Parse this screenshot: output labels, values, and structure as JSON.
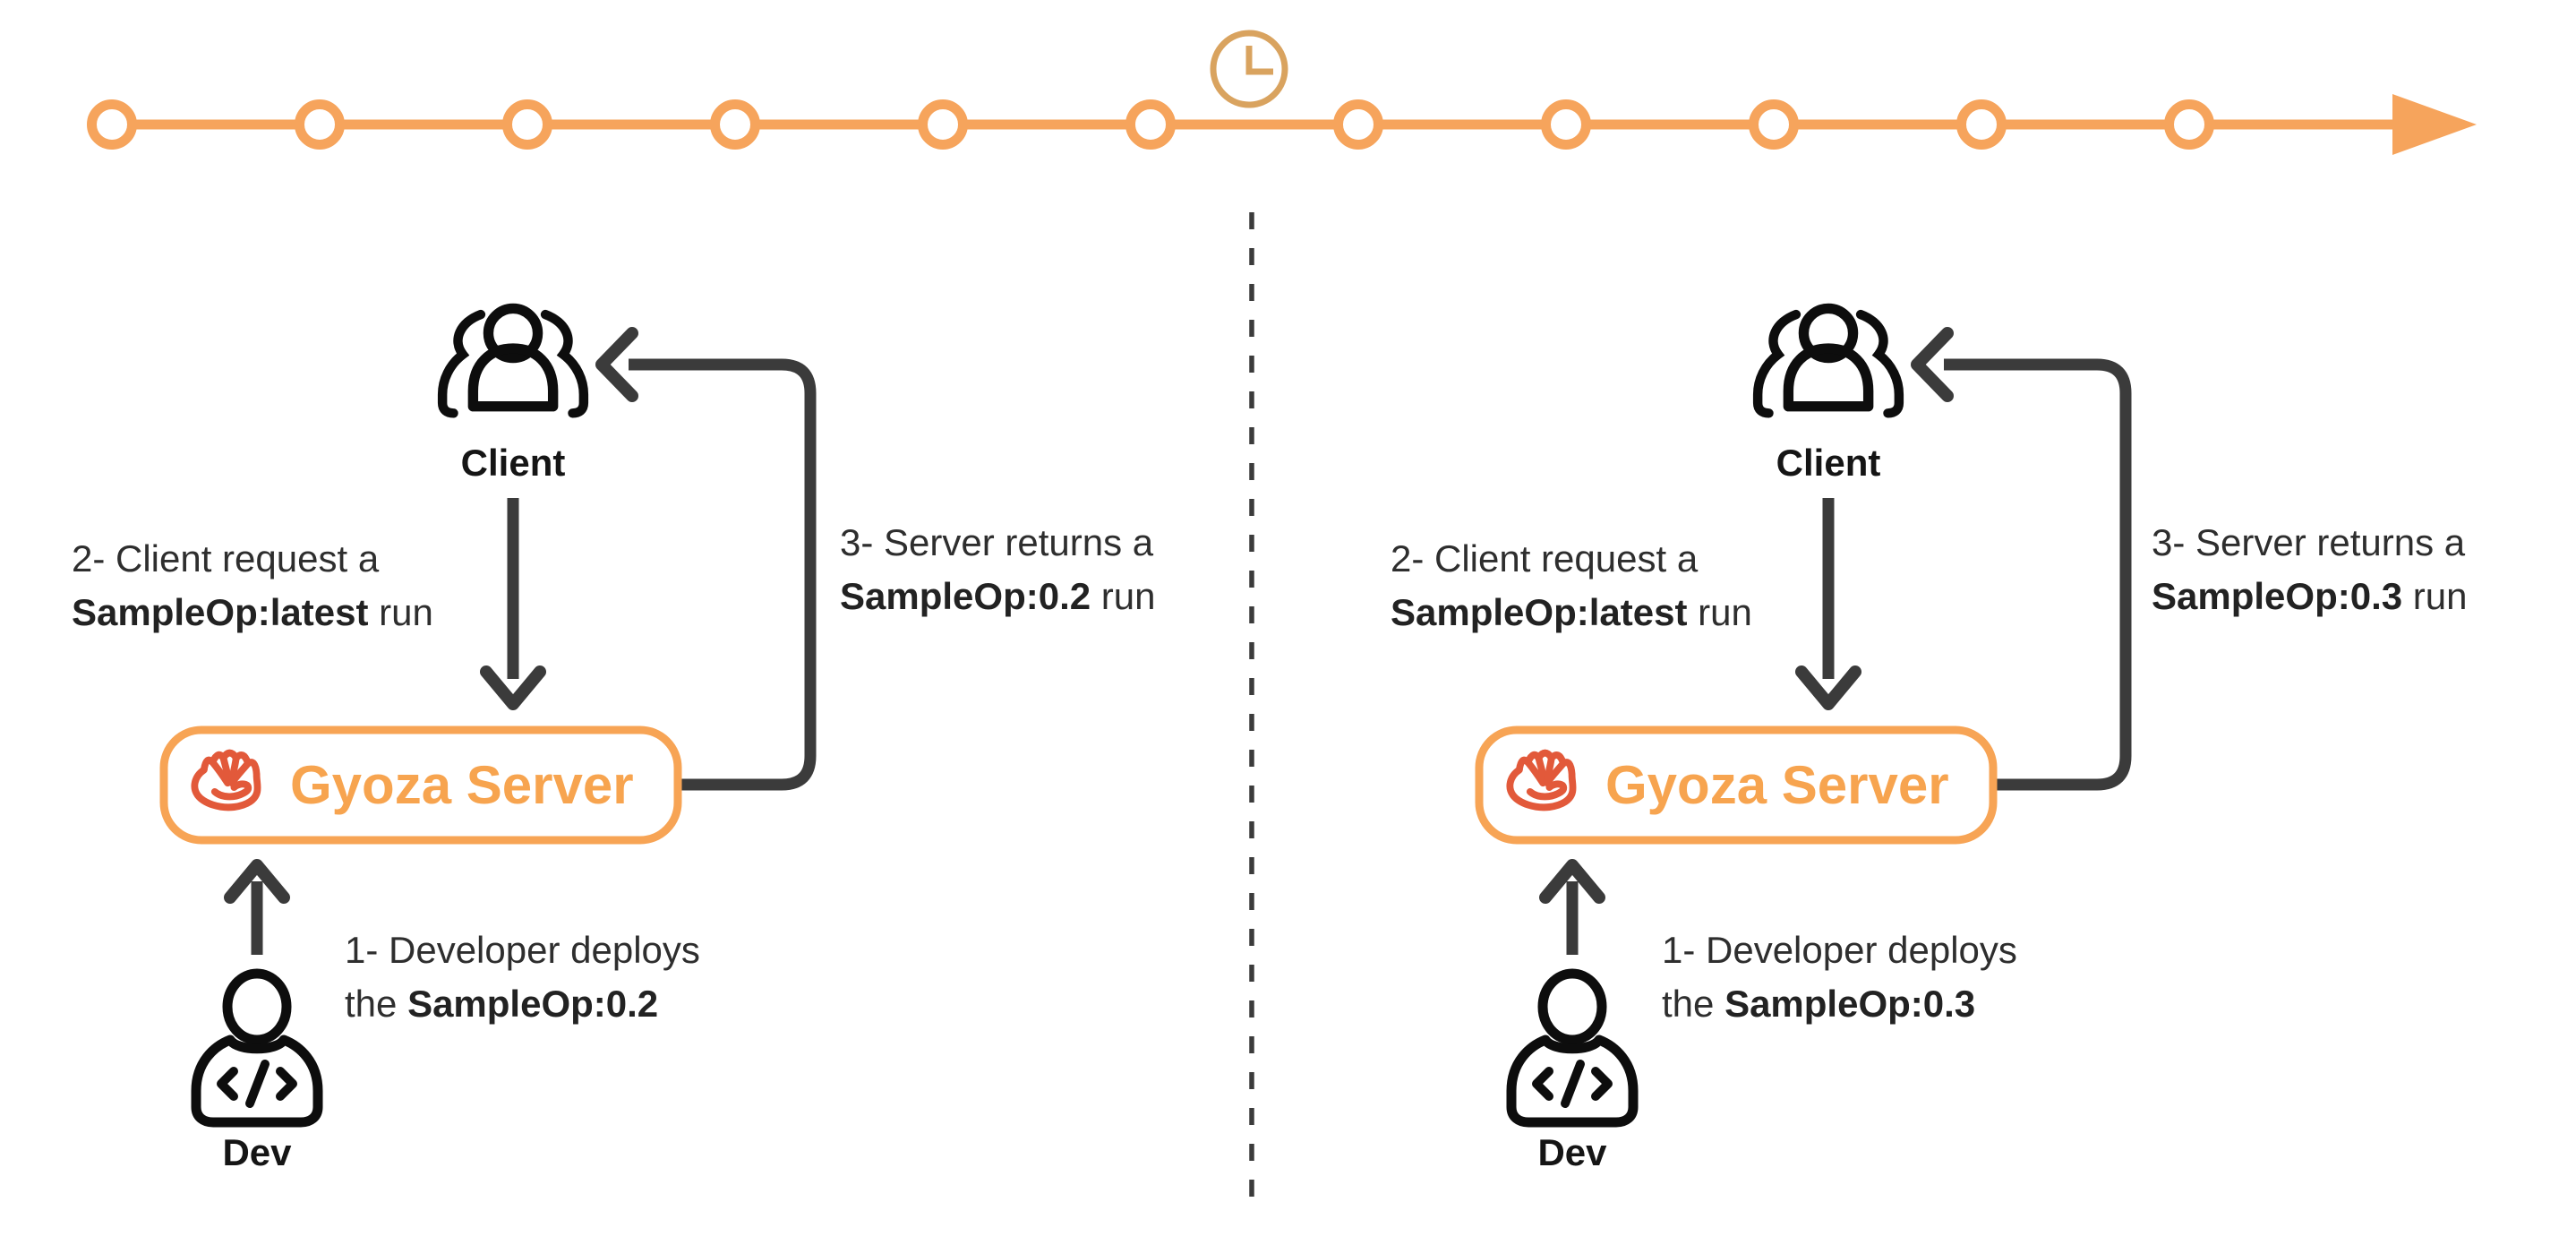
{
  "title": "Gyoza Server operator versioning flow diagram",
  "timeline": {
    "node_count": 11,
    "line_color": "#F6A45C",
    "clock_icon": "clock",
    "clock_color": "#D9A35F"
  },
  "divider": {
    "style": "dashed",
    "color": "#3B3B3B"
  },
  "colors": {
    "accent_orange": "#F7A455",
    "gyoza_red": "#E2593A",
    "arrow_dark": "#3B3B3B",
    "body_text": "#2E2E2E"
  },
  "panels": [
    {
      "side": "left",
      "client_label": "Client",
      "dev_label": "Dev",
      "server_label": "Gyoza Server",
      "step1_line1": "1- Developer deploys",
      "step1_line2_pre": "the ",
      "step1_bold": "SampleOp:0.2",
      "step2_line1": "2- Client request a",
      "step2_bold": "SampleOp:latest",
      "step2_post": " run",
      "step3_line1": "3- Server returns a",
      "step3_bold": "SampleOp:0.2",
      "step3_post": " run"
    },
    {
      "side": "right",
      "client_label": "Client",
      "dev_label": "Dev",
      "server_label": "Gyoza Server",
      "step1_line1": "1- Developer deploys",
      "step1_line2_pre": "the ",
      "step1_bold": "SampleOp:0.3",
      "step2_line1": "2- Client request a",
      "step2_bold": "SampleOp:latest",
      "step2_post": " run",
      "step3_line1": "3- Server returns a",
      "step3_bold": "SampleOp:0.3",
      "step3_post": " run"
    }
  ]
}
